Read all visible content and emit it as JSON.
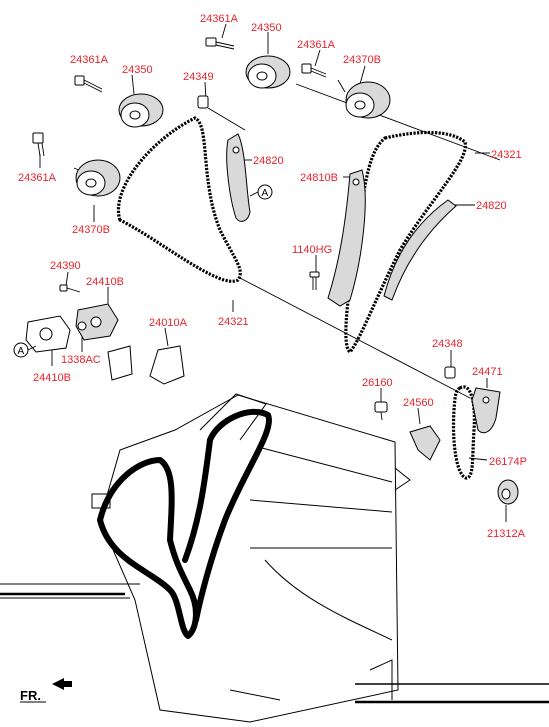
{
  "labels": {
    "bolt_cam_center": "24361A",
    "sprocket_cam_center": "24350",
    "bolt_cam_left": "24361A",
    "sprocket_cam_left": "24350",
    "pin_guide": "24349",
    "bolt_cam_right": "24361A",
    "sprocket_cvvt_right": "24370B",
    "bolt_cam_far_left": "24361A",
    "sprocket_cvvt_left": "24370B",
    "guide_left": "24820",
    "chain_right": "24321",
    "guide_tensioner_right": "24810B",
    "guide_right": "24820",
    "bolt_flange": "1140HG",
    "bolt_tensioner": "24390",
    "tensioner_arm": "24410B",
    "tensioner_assy": "24010A",
    "chain_left": "24321",
    "gasket_tensioner": "24410B",
    "bolt_small": "1338AC",
    "pin_oil_pump": "24348",
    "tensioner_oil_pump": "24471",
    "bolt_oil_pump": "26160",
    "guide_oil_pump": "24560",
    "chain_oil_pump": "26174P",
    "sprocket_crank": "21312A",
    "ref_a_top": "A",
    "ref_a_bottom": "A",
    "front_marker": "FR."
  }
}
